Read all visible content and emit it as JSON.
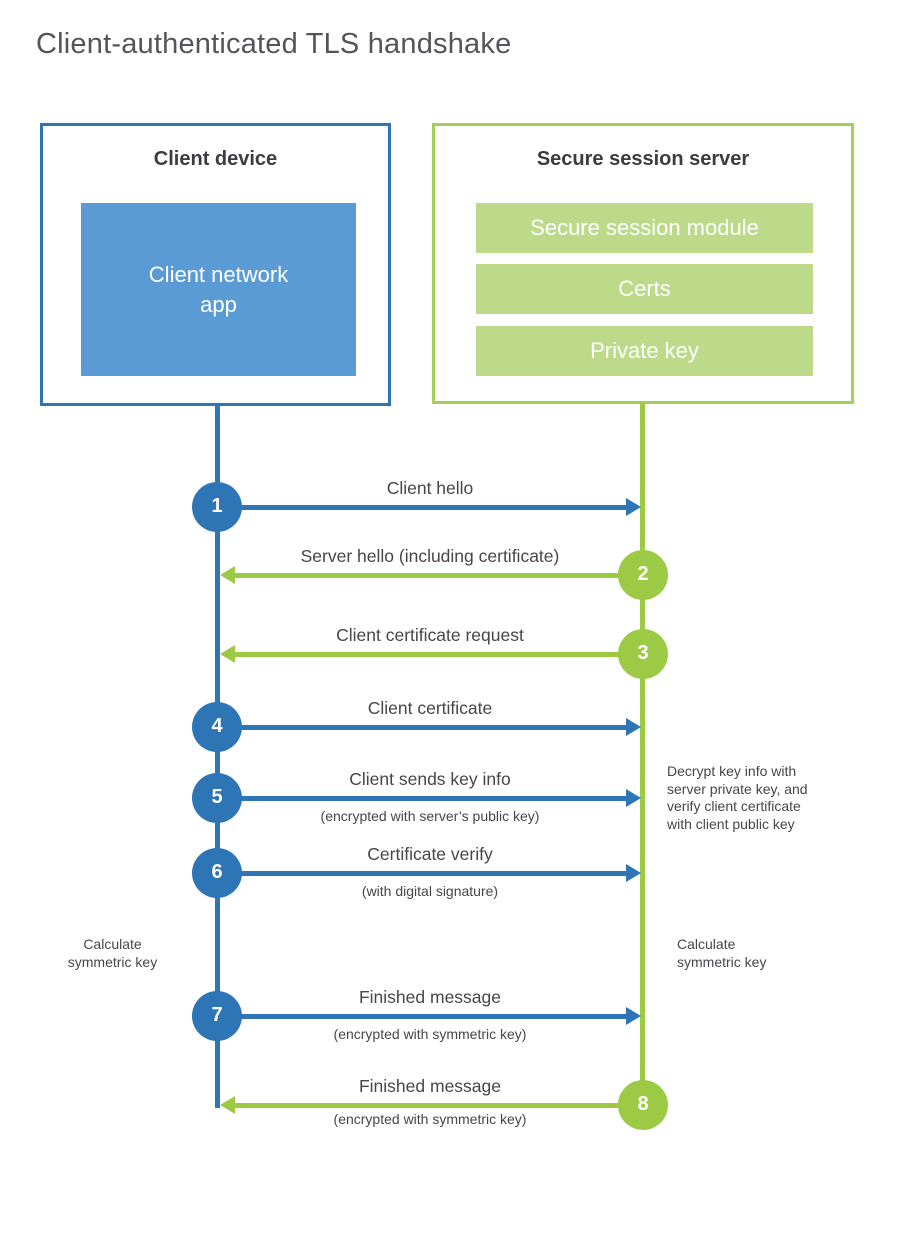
{
  "title": "Client-authenticated TLS handshake",
  "client": {
    "title": "Client device",
    "app_label": "Client network\napp"
  },
  "server": {
    "title": "Secure session server",
    "modules": [
      "Secure session module",
      "Certs",
      "Private key"
    ]
  },
  "messages": [
    {
      "num": "1",
      "from": "client",
      "direction": "right",
      "label": "Client hello"
    },
    {
      "num": "2",
      "from": "server",
      "direction": "left",
      "label": "Server hello (including certificate)"
    },
    {
      "num": "3",
      "from": "server",
      "direction": "left",
      "label": "Client certificate request"
    },
    {
      "num": "4",
      "from": "client",
      "direction": "right",
      "label": "Client certificate"
    },
    {
      "num": "5",
      "from": "client",
      "direction": "right",
      "label": "Client sends key info",
      "sub": "(encrypted with server’s public key)"
    },
    {
      "num": "6",
      "from": "client",
      "direction": "right",
      "label": "Certificate verify",
      "sub": "(with digital signature)"
    },
    {
      "num": "7",
      "from": "client",
      "direction": "right",
      "label": "Finished message",
      "sub": "(encrypted with symmetric key)"
    },
    {
      "num": "8",
      "from": "server",
      "direction": "left",
      "label": "Finished message",
      "sub": "(encrypted with symmetric key)"
    }
  ],
  "annotations": {
    "decrypt_note": "Decrypt key info with\nserver private key, and\nverify client certificate\nwith client public key",
    "calc_left": "Calculate\nsymmetric key",
    "calc_right": "Calculate\nsymmetric key"
  },
  "colors": {
    "blue": "#2e75b5",
    "blue_light": "#5b9bd5",
    "green": "#9dca44",
    "green_border": "#a3cf55",
    "green_light": "#bdda8b",
    "text_dark": "#3c3c41",
    "text_gray": "#46464b"
  }
}
